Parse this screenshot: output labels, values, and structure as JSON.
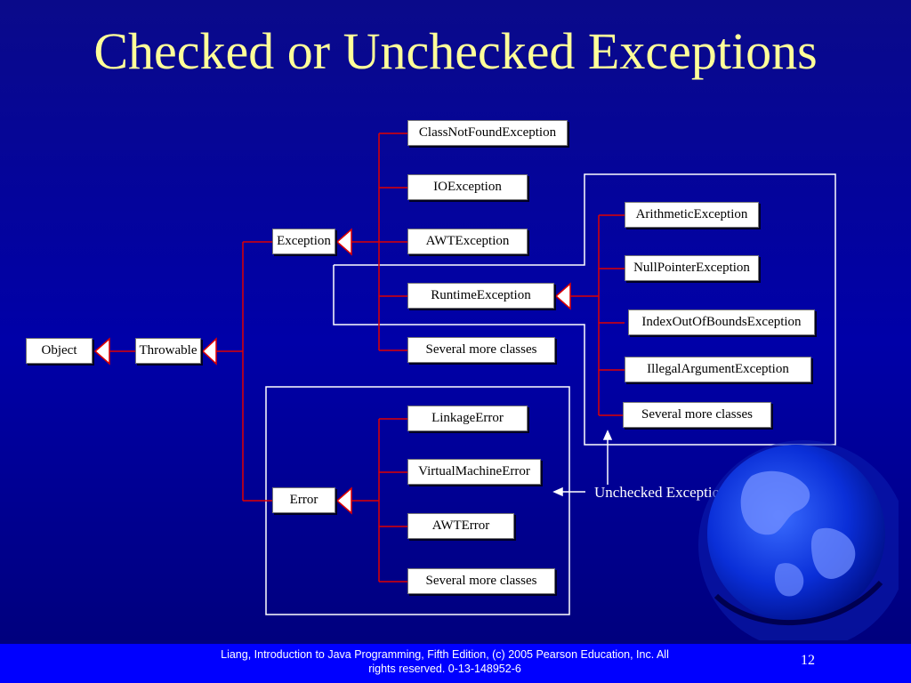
{
  "title": "Checked or Unchecked Exceptions",
  "nodes": {
    "object": "Object",
    "throwable": "Throwable",
    "exception": "Exception",
    "error": "Error",
    "class_not_found": "ClassNotFoundException",
    "io_exception": "IOException",
    "awt_exception": "AWTException",
    "runtime_exception": "RuntimeException",
    "exception_more": "Several more classes",
    "arithmetic": "ArithmeticException",
    "null_pointer": "NullPointerException",
    "index_out_of_bounds": "IndexOutOfBoundsException",
    "illegal_argument": "IllegalArgumentException",
    "runtime_more": "Several more classes",
    "linkage_error": "LinkageError",
    "virtual_machine_error": "VirtualMachineError",
    "awt_error": "AWTError",
    "error_more": "Several more classes"
  },
  "annotation": "Unchecked Exceptions",
  "footer": {
    "line1": "Liang, Introduction to Java Programming, Fifth Edition, (c) 2005 Pearson Education, Inc. All",
    "line2": "rights reserved. 0-13-148952-6",
    "page_number": "12"
  },
  "colors": {
    "background": "#0000a8",
    "title": "#ffff99",
    "connector": "#e00000",
    "footer_bar": "#0000ff"
  }
}
